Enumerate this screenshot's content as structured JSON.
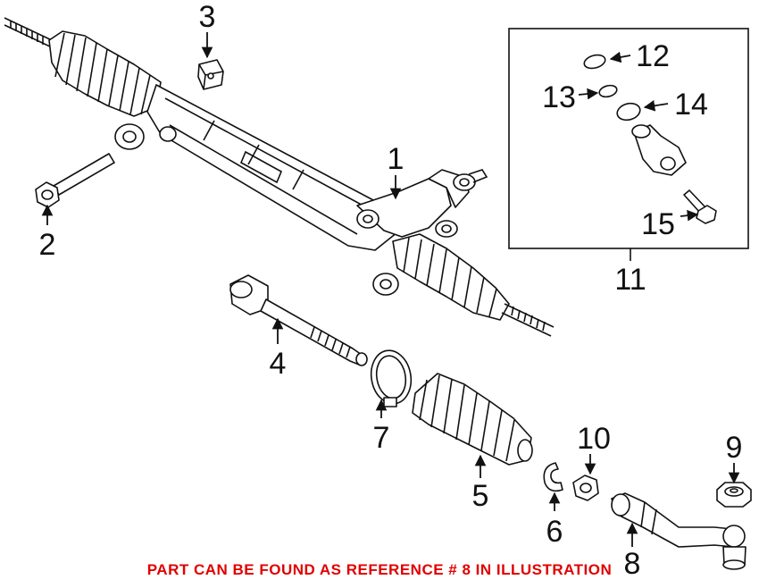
{
  "callouts": {
    "c1": "1",
    "c2": "2",
    "c3": "3",
    "c4": "4",
    "c5": "5",
    "c6": "6",
    "c7": "7",
    "c8": "8",
    "c9": "9",
    "c10": "10",
    "c11": "11",
    "c12": "12",
    "c13": "13",
    "c14": "14",
    "c15": "15"
  },
  "footer_note": "PART CAN BE FOUND AS REFERENCE # 8 IN ILLUSTRATION",
  "colors": {
    "footer": "#e00000",
    "line": "#111111",
    "background": "#ffffff"
  }
}
